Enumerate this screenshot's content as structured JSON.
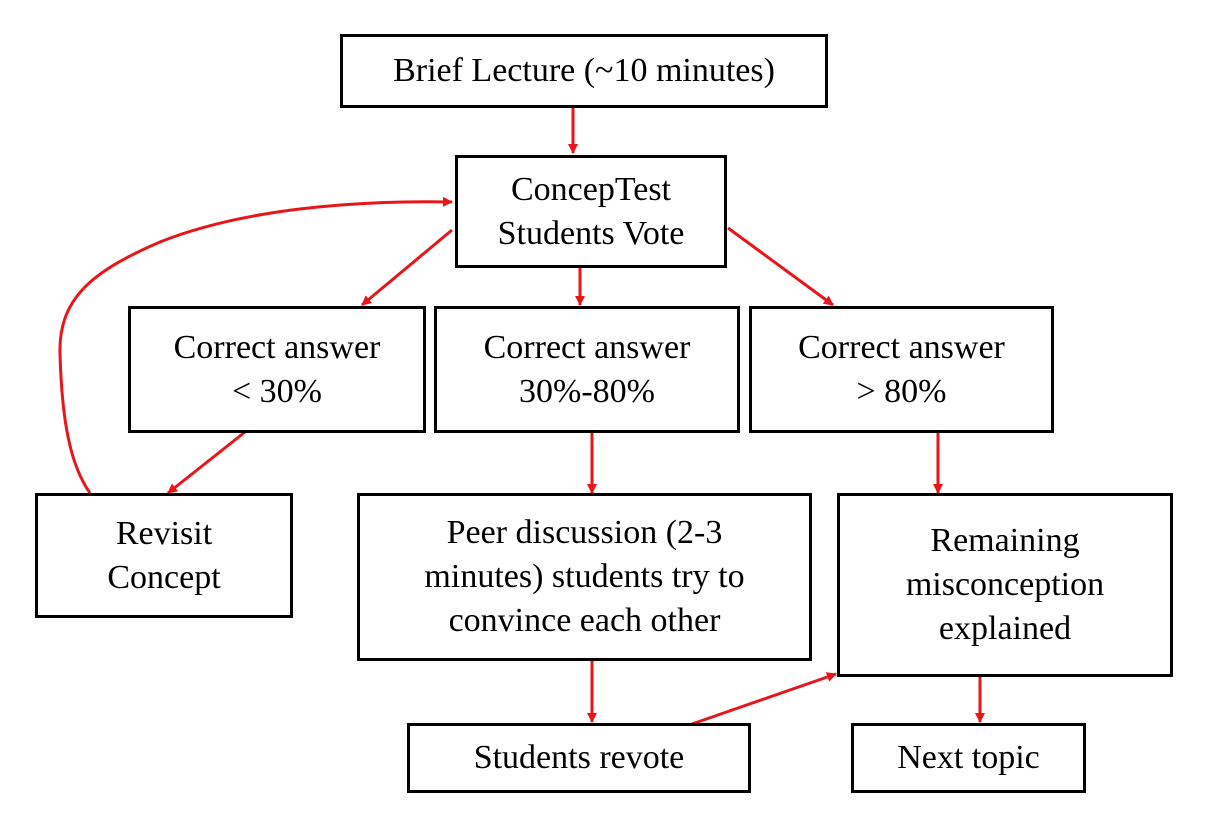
{
  "diagram": {
    "arrow_color": "#e8151b",
    "nodes": {
      "brief_lecture": {
        "lines": [
          "Brief Lecture (~10 minutes)"
        ]
      },
      "conceptest": {
        "lines": [
          "ConcepTest",
          "Students Vote"
        ]
      },
      "correct_low": {
        "lines": [
          "Correct answer",
          "< 30%"
        ]
      },
      "correct_mid": {
        "lines": [
          "Correct answer",
          "30%-80%"
        ]
      },
      "correct_high": {
        "lines": [
          "Correct answer",
          "> 80%"
        ]
      },
      "revisit": {
        "lines": [
          "Revisit",
          "Concept"
        ]
      },
      "peer_discussion": {
        "lines": [
          "Peer discussion (2-3",
          "minutes) students try to",
          "convince each other"
        ]
      },
      "remaining": {
        "lines": [
          "Remaining",
          "misconception",
          "explained"
        ]
      },
      "revote": {
        "lines": [
          "Students revote"
        ]
      },
      "next_topic": {
        "lines": [
          "Next topic"
        ]
      }
    },
    "edges": [
      {
        "from": "brief_lecture",
        "to": "conceptest"
      },
      {
        "from": "conceptest",
        "to": "correct_low"
      },
      {
        "from": "conceptest",
        "to": "correct_mid"
      },
      {
        "from": "conceptest",
        "to": "correct_high"
      },
      {
        "from": "correct_low",
        "to": "revisit"
      },
      {
        "from": "revisit",
        "to": "conceptest"
      },
      {
        "from": "correct_mid",
        "to": "peer_discussion"
      },
      {
        "from": "correct_high",
        "to": "remaining"
      },
      {
        "from": "peer_discussion",
        "to": "revote"
      },
      {
        "from": "revote",
        "to": "remaining"
      },
      {
        "from": "remaining",
        "to": "next_topic"
      }
    ]
  }
}
